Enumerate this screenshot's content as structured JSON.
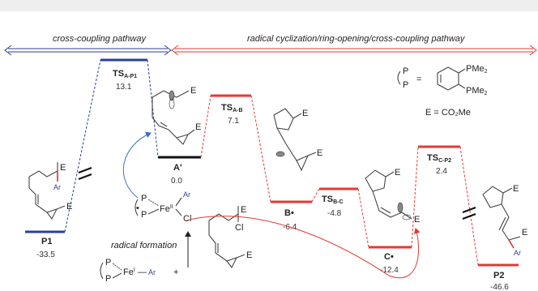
{
  "pathways": {
    "left": "cross-coupling pathway",
    "right": "radical cyclization/ring-opening/cross-coupling pathway"
  },
  "colors": {
    "blue": "#2b3f9a",
    "red": "#e23a34",
    "black": "#111111",
    "arrow_blue": "#3c6fc4"
  },
  "species": {
    "P1": {
      "name": "P1",
      "energy": "-33.5"
    },
    "TSA_P1": {
      "main": "TS",
      "sub": "A-P1",
      "energy": "13.1"
    },
    "A": {
      "name": "A'",
      "energy": "0.0"
    },
    "TSA_B": {
      "main": "TS",
      "sub": "A-B",
      "energy": "7.1"
    },
    "B": {
      "name": "B•",
      "energy": "-6.4"
    },
    "TSB_C": {
      "main": "TS",
      "sub": "B-C",
      "energy": "-4.8"
    },
    "C": {
      "name": "C•",
      "energy": "-12.4"
    },
    "TSC_P2": {
      "main": "TS",
      "sub": "C-P2",
      "energy": "2.4"
    },
    "P2": {
      "name": "P2",
      "energy": "-46.6"
    }
  },
  "labels": {
    "radical_formation": "radical formation",
    "ligand_P": "P",
    "ligand_eq": "=",
    "pme2_top": "PMe",
    "pme2_bottom": "PMe",
    "pme2_sub": "2",
    "ester_def": "E = CO₂Me",
    "E": "E",
    "Ar": "Ar",
    "Cl": "Cl",
    "Fe": "Fe",
    "FeII_sup": "II",
    "FeI_sup": "I",
    "dash": "—",
    "plus": "+"
  }
}
